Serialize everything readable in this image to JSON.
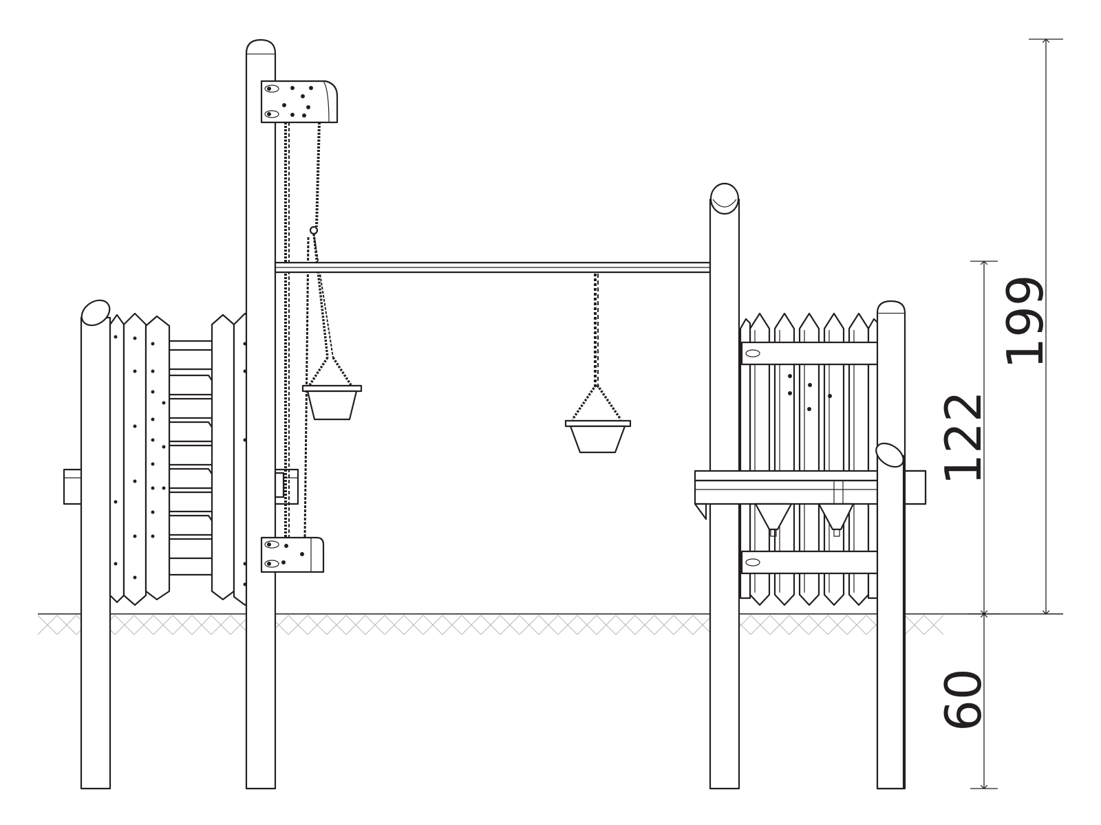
{
  "dimensions": {
    "total_height": "199",
    "platform_height": "122",
    "foundation_depth": "60"
  },
  "colors": {
    "line": "#231f20",
    "ground_hatch": "#b8b8b8",
    "background": "#ffffff"
  }
}
